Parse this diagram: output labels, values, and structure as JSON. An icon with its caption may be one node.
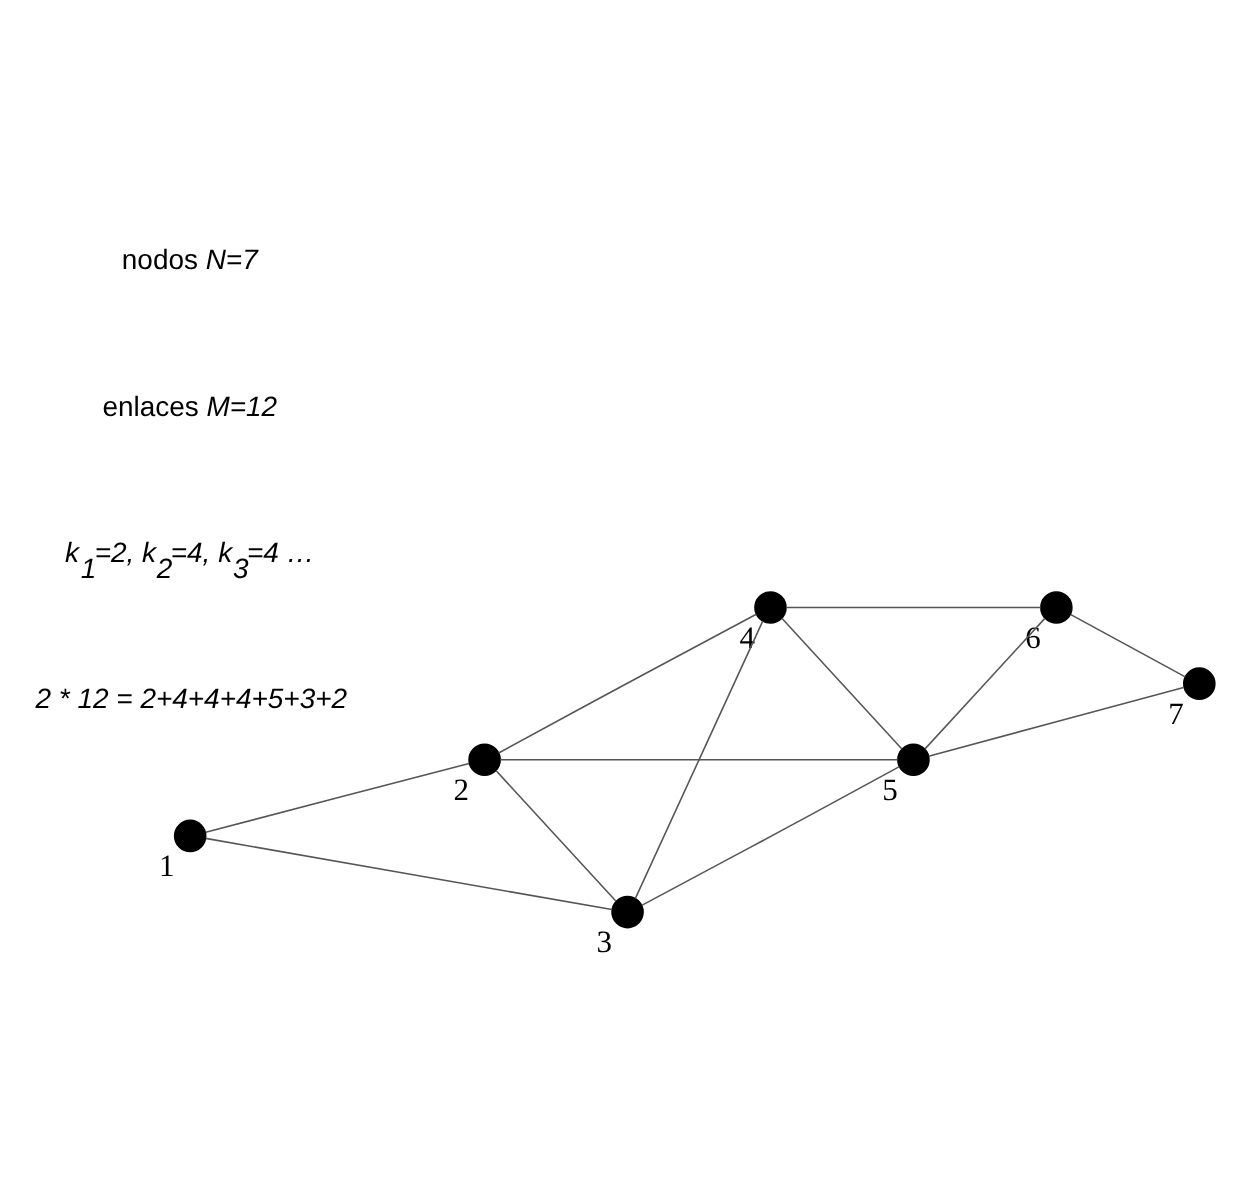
{
  "diagram": {
    "nodes": [
      {
        "text": [],
        "shape": "circle",
        "beside": [
          "1"
        ]
      },
      {
        "text": [],
        "shape": "circle",
        "beside": [
          "2"
        ]
      },
      {
        "text": [],
        "shape": "circle",
        "beside": [
          "3"
        ]
      },
      {
        "text": [],
        "shape": "circle",
        "beside": [
          "4"
        ]
      },
      {
        "text": [],
        "shape": "circle",
        "beside": [
          "5"
        ]
      },
      {
        "text": [],
        "shape": "circle",
        "beside": [
          "6"
        ]
      },
      {
        "text": [],
        "shape": "circle",
        "beside": [
          "7"
        ]
      }
    ],
    "edges": [
      {
        "from": 0,
        "to": 1,
        "arrow": "none"
      },
      {
        "from": 0,
        "to": 2,
        "arrow": "none"
      },
      {
        "from": 1,
        "to": 2,
        "arrow": "none"
      },
      {
        "from": 1,
        "to": 4,
        "arrow": "none"
      },
      {
        "from": 1,
        "to": 3,
        "arrow": "none"
      },
      {
        "from": 2,
        "to": 4,
        "arrow": "none"
      },
      {
        "from": 2,
        "to": 3,
        "arrow": "none"
      },
      {
        "from": 3,
        "to": 4,
        "arrow": "none"
      },
      {
        "from": 4,
        "to": 6,
        "arrow": "none"
      },
      {
        "from": 4,
        "to": 5,
        "arrow": "none"
      },
      {
        "from": 3,
        "to": 5,
        "arrow": "none"
      },
      {
        "from": 5,
        "to": 6,
        "arrow": "none"
      }
    ],
    "labels": [
      "nodos *N=7*",
      "enlaces *M=12*",
      "k$_{1}$=2, k$_{2}$=4, k$_{3}$=4 …",
      "2 * 12 = 2+4+4+4+5+3+2"
    ]
  }
}
